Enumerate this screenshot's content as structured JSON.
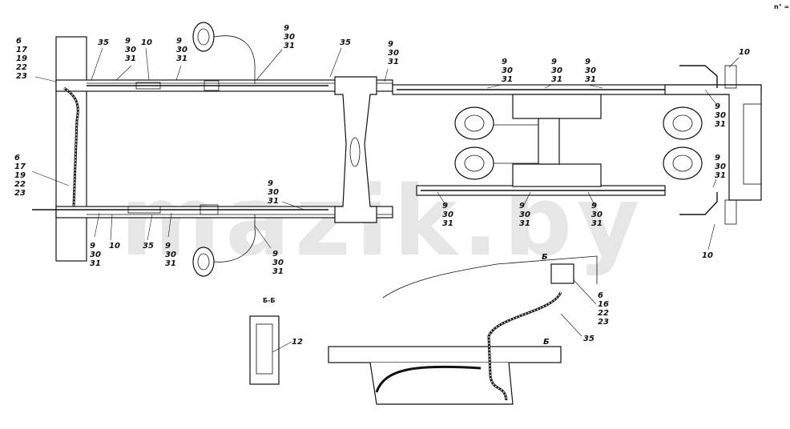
{
  "corner_mark": "n° ===",
  "watermark": "mazik.by",
  "section_label": "Б-Б",
  "section_markers": [
    "Б",
    "Б"
  ],
  "callouts": {
    "top_left_group": [
      "6",
      "17",
      "19",
      "22",
      "23"
    ],
    "mid_left_group": [
      "6",
      "17",
      "19",
      "22",
      "23"
    ],
    "bottom_right_group": [
      "6",
      "16",
      "22",
      "23"
    ],
    "triple": [
      "9",
      "30",
      "31"
    ],
    "n35": "35",
    "n10": "10",
    "n12": "12"
  }
}
